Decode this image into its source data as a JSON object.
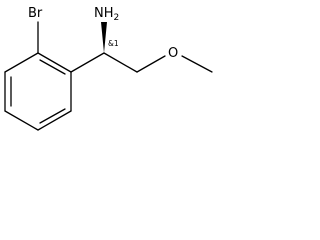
{
  "molecule": {
    "atoms": {
      "bromine": "Br",
      "nitrogen": "N",
      "amine_hydrogens": "H",
      "amine_hydrogen_count": "2",
      "oxygen": "O"
    },
    "stereo_label": "&1",
    "colors": {
      "bonds": "#000000",
      "labels": "#000000",
      "background": "#ffffff"
    }
  }
}
